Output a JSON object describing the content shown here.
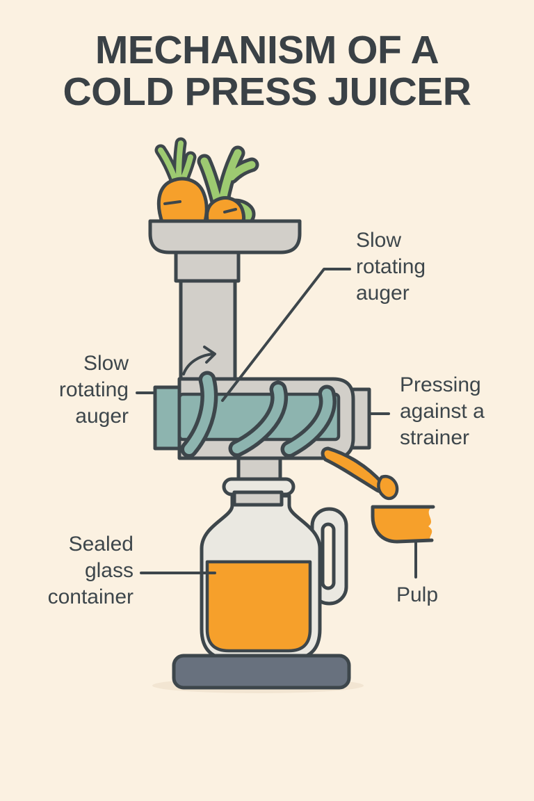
{
  "title": {
    "line1": "MECHANISM OF A",
    "line2": "COLD PRESS JUICER"
  },
  "labels": {
    "auger_top": {
      "lines": [
        "Slow",
        "rotating",
        "auger"
      ]
    },
    "auger_left": {
      "lines": [
        "Slow",
        "rotating",
        "auger"
      ]
    },
    "strainer": {
      "lines": [
        "Pressing",
        "against a",
        "strainer"
      ]
    },
    "container": {
      "lines": [
        "Sealed",
        "glass",
        "container"
      ]
    },
    "pulp": "Pulp"
  },
  "colors": {
    "background": "#fbf1e1",
    "outline": "#3d464b",
    "text": "#3a4146",
    "machine_gray": "#d2cfc9",
    "glass": "#eae8e1",
    "auger_teal": "#8db4af",
    "juice_orange": "#f6a02b",
    "leaf_green": "#9dca71",
    "base_slate": "#68717e",
    "shadow": "#f2e5d2"
  }
}
